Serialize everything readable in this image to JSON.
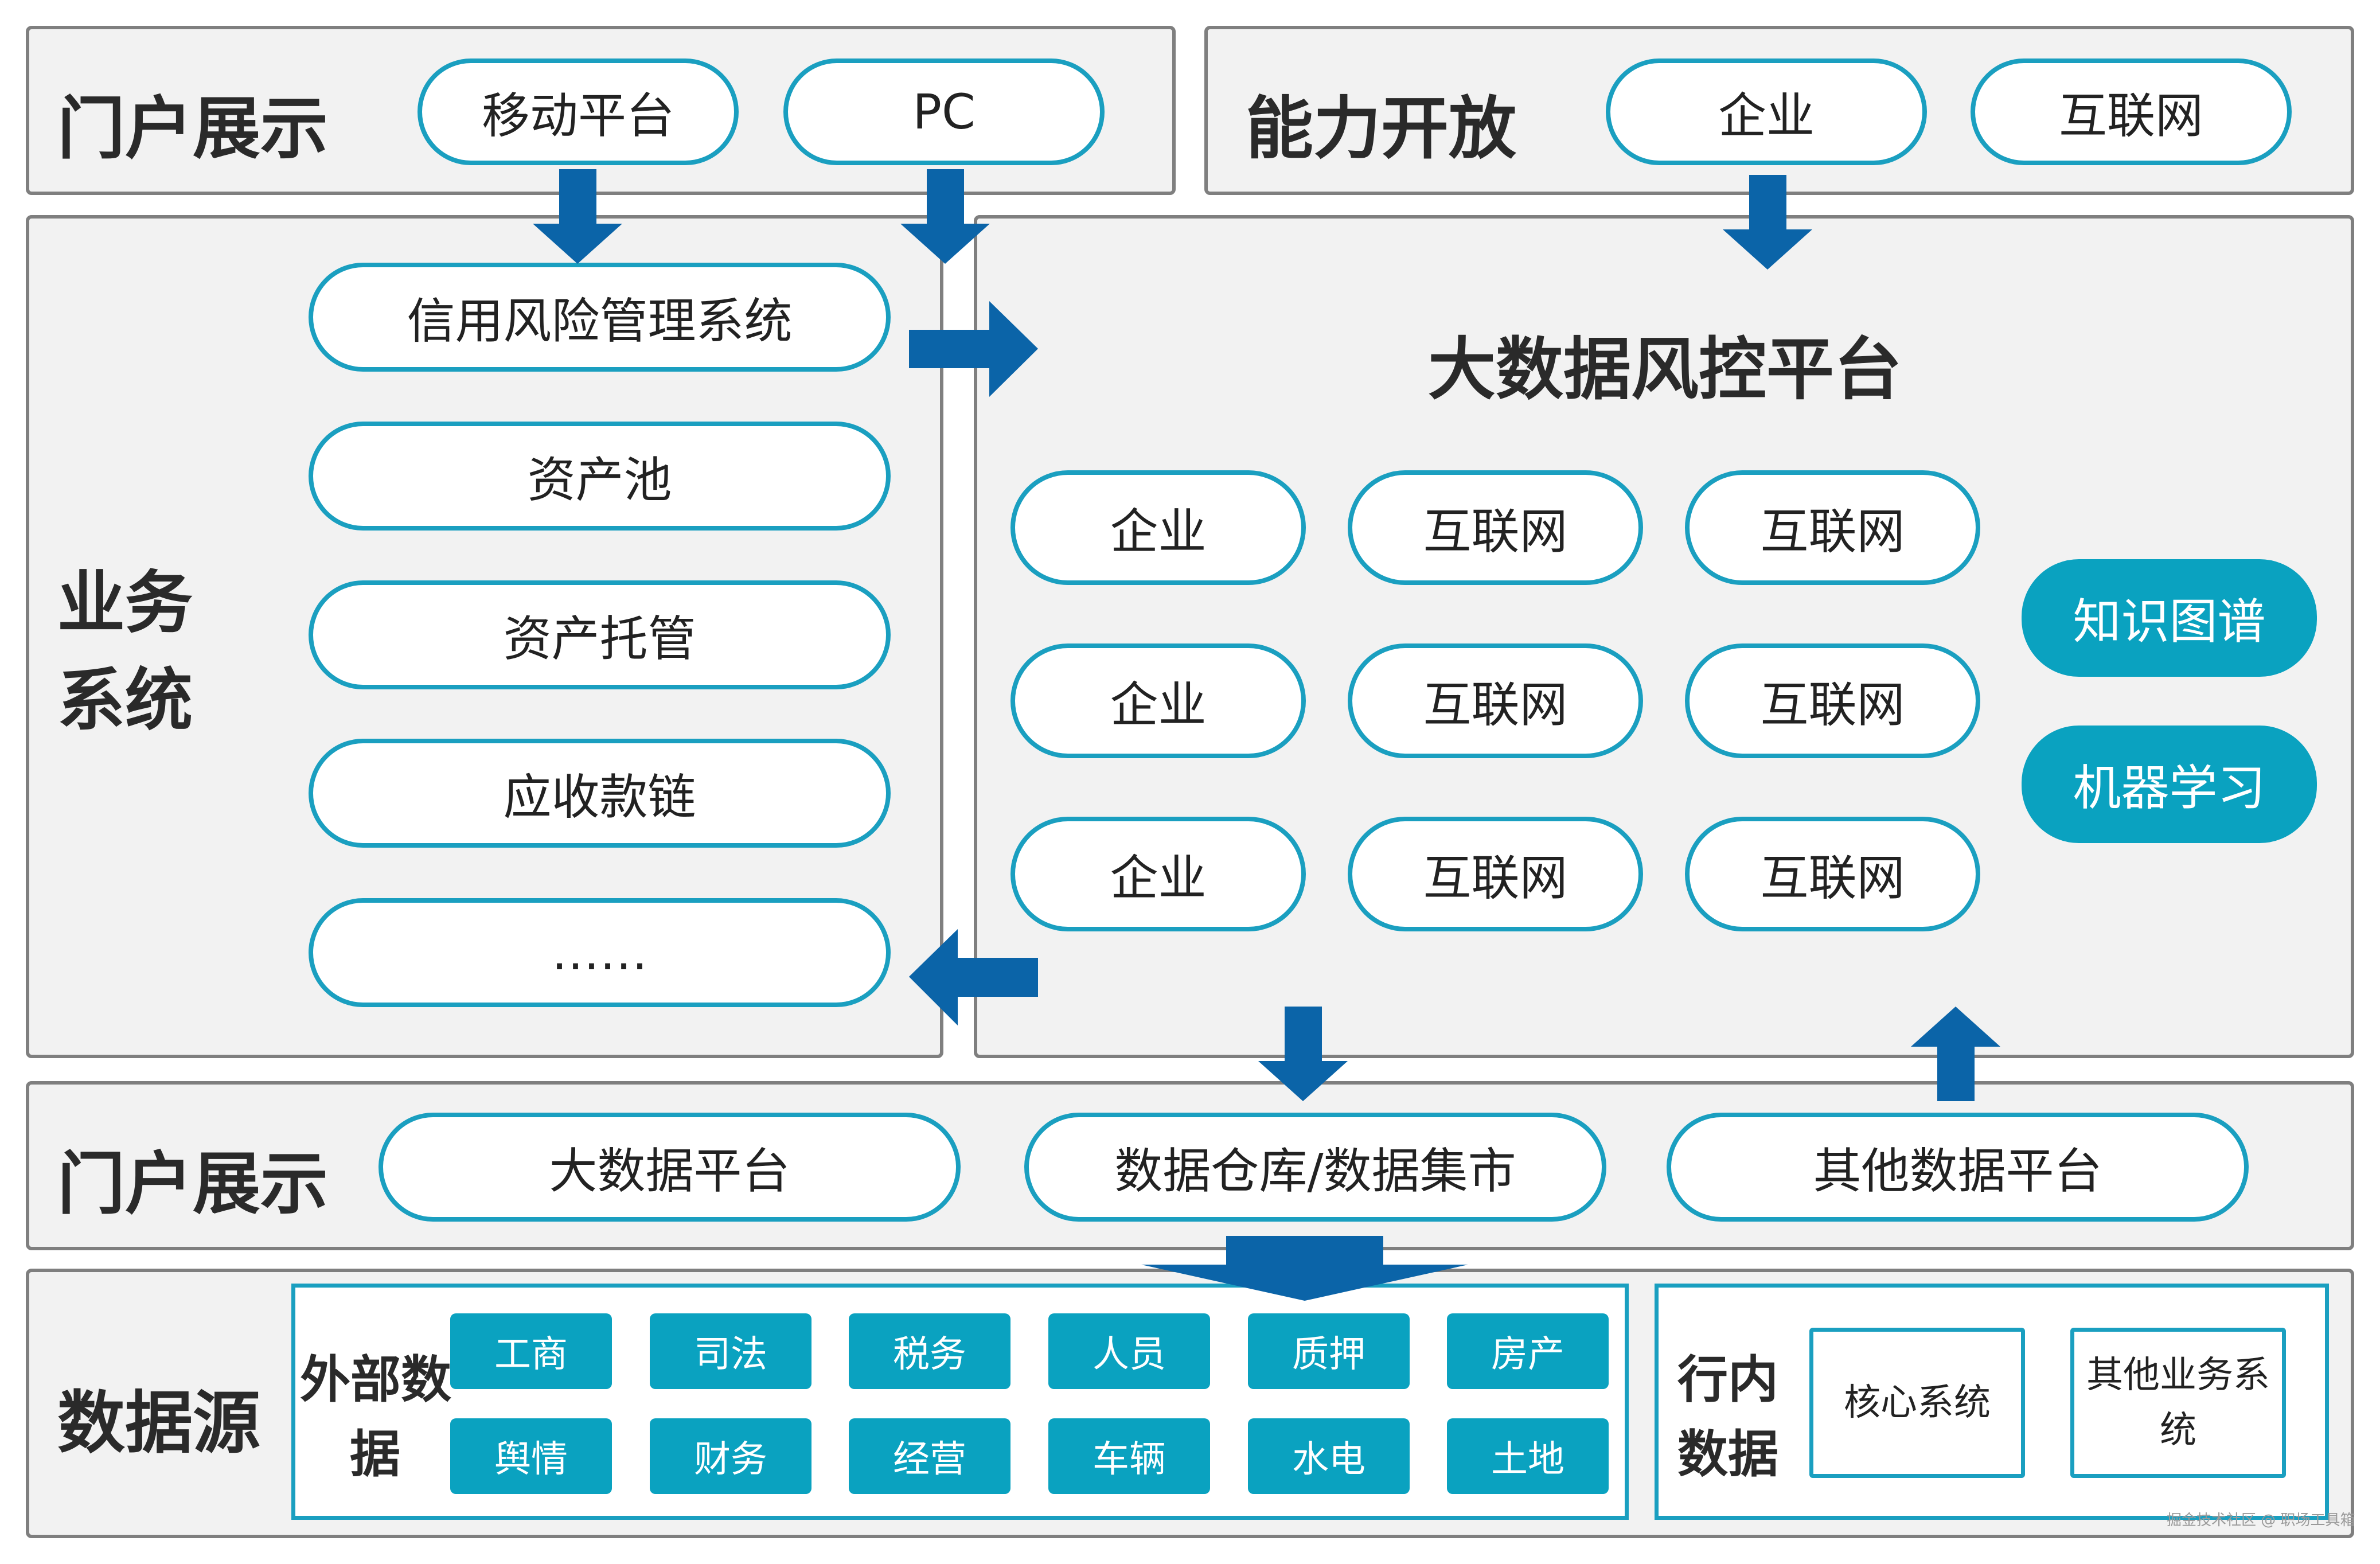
{
  "portal_top": {
    "title": "门户展示",
    "items": [
      "移动平台",
      "PC"
    ]
  },
  "capability": {
    "title": "能力开放",
    "items": [
      "企业",
      "互联网"
    ]
  },
  "business": {
    "title_line1": "业务",
    "title_line2": "系统",
    "items": [
      "信用风险管理系统",
      "资产池",
      "资产托管",
      "应收款链",
      "……"
    ]
  },
  "risk_platform": {
    "title": "大数据风控平台",
    "grid": [
      [
        "企业",
        "互联网",
        "互联网"
      ],
      [
        "企业",
        "互联网",
        "互联网"
      ],
      [
        "企业",
        "互联网",
        "互联网"
      ]
    ],
    "side_items": [
      "知识图谱",
      "机器学习"
    ]
  },
  "portal_bottom": {
    "title": "门户展示",
    "items": [
      "大数据平台",
      "数据仓库/数据集市",
      "其他数据平台"
    ]
  },
  "datasource": {
    "title": "数据源",
    "external": {
      "label_line1": "外部数",
      "label_line2": "据",
      "row1": [
        "工商",
        "司法",
        "税务",
        "人员",
        "质押",
        "房产"
      ],
      "row2": [
        "舆情",
        "财务",
        "经营",
        "车辆",
        "水电",
        "土地"
      ]
    },
    "internal": {
      "label_line1": "行内",
      "label_line2": "数据",
      "items": [
        "核心系统"
      ],
      "other_line1": "其他业务系",
      "other_line2": "统"
    }
  },
  "watermark": "掘金技术社区 @ 职场工具箱",
  "colors": {
    "accent": "#1a9fc0",
    "fill": "#0aa2c0",
    "arrow": "#0b64a8",
    "panel_bg": "#f2f2f2",
    "panel_border": "#7f7f7f"
  }
}
